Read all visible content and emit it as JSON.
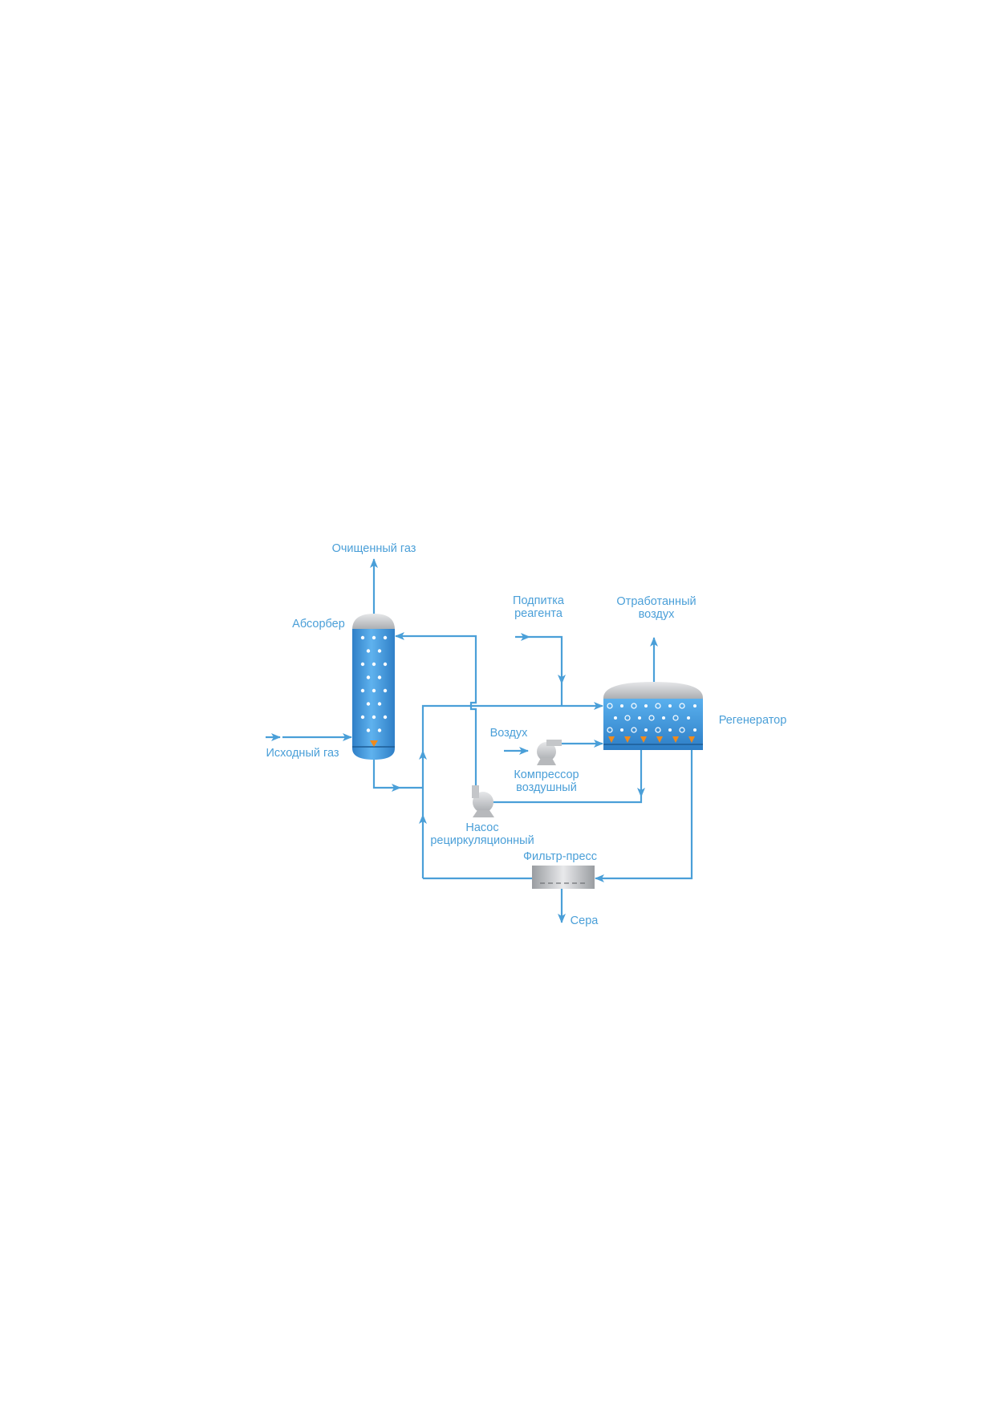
{
  "labels": {
    "purified_gas": "Очищенный газ",
    "absorber": "Абсорбер",
    "raw_gas": "Исходный газ",
    "reagent_makeup_line1": "Подпитка",
    "reagent_makeup_line2": "реагента",
    "spent_air_line1": "Отработанный",
    "spent_air_line2": "воздух",
    "regenerator": "Регенератор",
    "air": "Воздух",
    "compressor_line1": "Компрессор",
    "compressor_line2": "воздушный",
    "pump_line1": "Насос",
    "pump_line2": "рециркуляционный",
    "filter_press": "Фильтр-пресс",
    "sulfur": "Сера"
  },
  "colors": {
    "line": "#4a9fd8",
    "liquid": "#3d8fd6",
    "liquid_light": "#5fb2ee",
    "equipment_gray": "#c4c6c9",
    "bubble": "#ffffff",
    "sulfur_drop": "#f08a1c",
    "text": "#4a9fd8"
  }
}
